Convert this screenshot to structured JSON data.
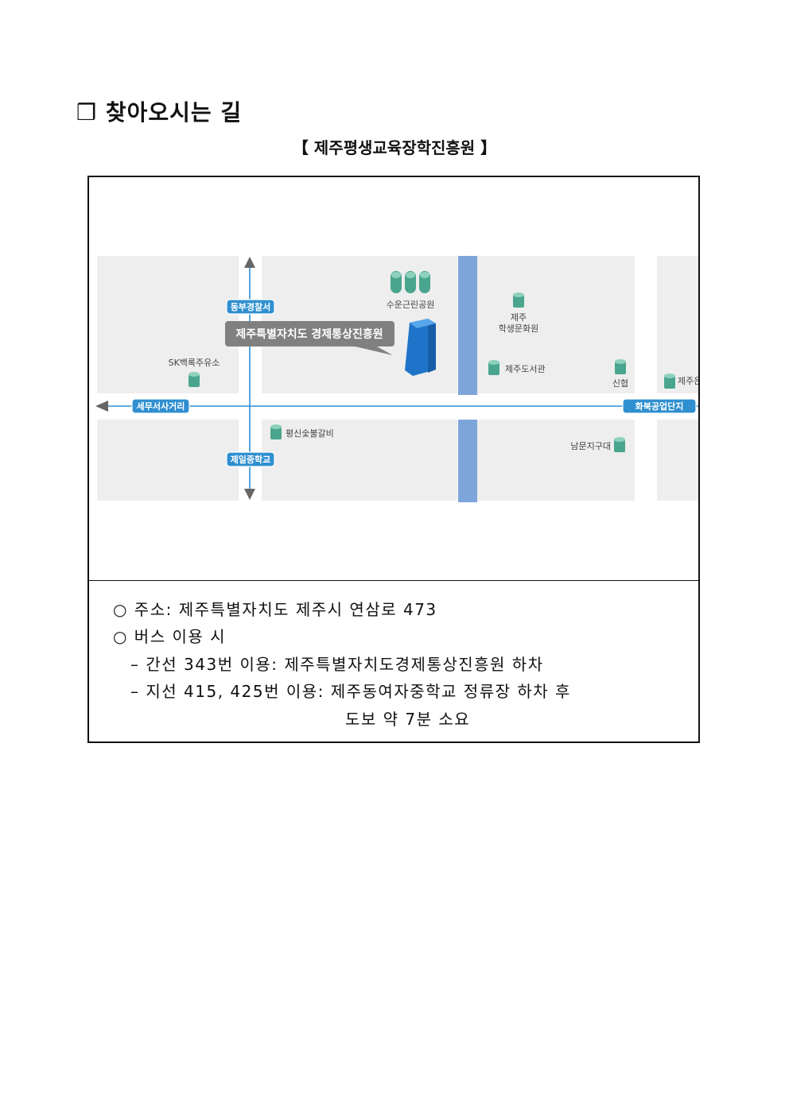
{
  "page": {
    "heading": "❒ 찾아오시는 길",
    "subheading": "【 제주평생교육장학진흥원 】"
  },
  "map": {
    "road_labels": {
      "north": "동부경찰서",
      "west": "세무서사거리",
      "south": "제일중학교",
      "east": "화북공업단지"
    },
    "destination_callout": "제주특별자치도 경제통상진흥원",
    "pois": {
      "park": "수운근린공원",
      "student_center_line1": "제주",
      "student_center_line2": "학생문화원",
      "library": "제주도서관",
      "coop": "신협",
      "east_cut": "제주은",
      "gas_station": "SK백록주유소",
      "restaurant": "평신숯불갈비",
      "district_unit": "남문지구대"
    },
    "colors": {
      "road": "#2c8fd6",
      "label_fill": "#2f8fd0",
      "stream": "#7ea5d9",
      "block": "#eeeeee",
      "poi_icon": "#4aa58e",
      "callout": "#808080",
      "building": "#1f74c9"
    }
  },
  "info": {
    "address": "○ 주소: 제주특별자치도 제주시 연삼로 473",
    "bus_title": "○ 버스 이용 시",
    "bus_trunk": "– 간선 343번 이용: 제주특별자치도경제통상진흥원 하차",
    "bus_branch": "– 지선 415, 425번 이용: 제주동여자중학교 정류장 하차 후",
    "bus_branch_cont": "도보 약 7분 소요"
  }
}
